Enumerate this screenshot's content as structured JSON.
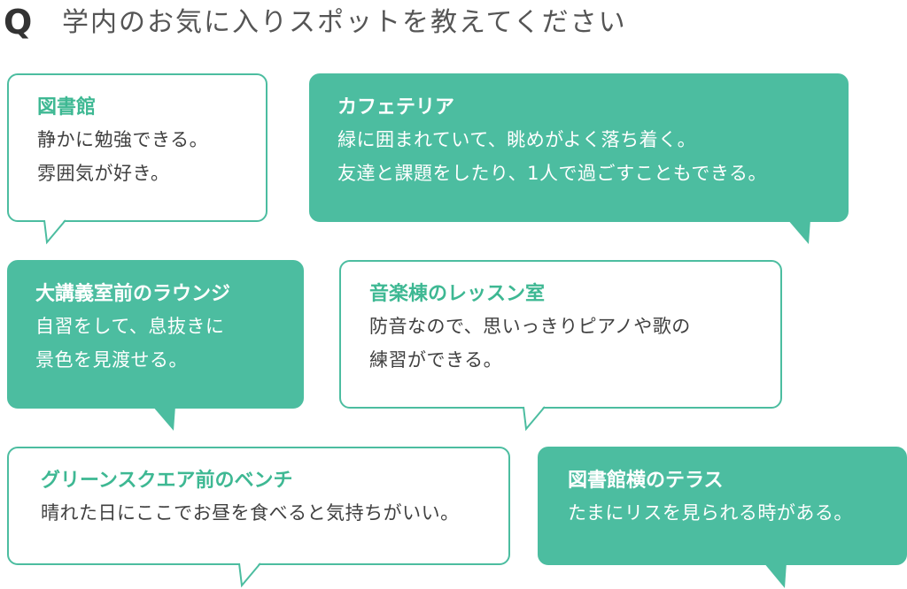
{
  "question": {
    "mark": "Q",
    "text": "学内のお気に入りスポットを教えてください"
  },
  "colors": {
    "accent": "#4cbda0",
    "accent_text": "#3eb893",
    "body_text": "#404040"
  },
  "spots": [
    {
      "title": "図書館",
      "lines": [
        "静かに勉強できる。",
        "雰囲気が好き。"
      ]
    },
    {
      "title": "カフェテリア",
      "lines": [
        "緑に囲まれていて、眺めがよく落ち着く。",
        "友達と課題をしたり、1人で過ごすこともできる。"
      ]
    },
    {
      "title": "大講義室前のラウンジ",
      "lines": [
        "自習をして、息抜きに",
        "景色を見渡せる。"
      ]
    },
    {
      "title": "音楽棟のレッスン室",
      "lines": [
        "防音なので、思いっきりピアノや歌の",
        "練習ができる。"
      ]
    },
    {
      "title": "グリーンスクエア前のベンチ",
      "lines": [
        "晴れた日にここでお昼を食べると気持ちがいい。"
      ]
    },
    {
      "title": "図書館横のテラス",
      "lines": [
        "たまにリスを見られる時がある。"
      ]
    }
  ]
}
